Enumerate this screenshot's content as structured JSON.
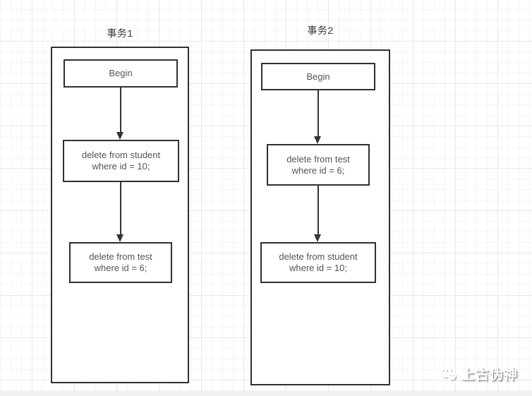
{
  "canvas": {
    "background_color": "#ffffff",
    "grid_minor_color": "#f4f4f4",
    "grid_major_color": "#e8e8e8",
    "bottom_strip_color": "#f1f1f1",
    "shape_border_color": "#303030",
    "arrow_color": "#333333",
    "node_text_color": "#545454",
    "title_text_color": "#3a3a3a"
  },
  "diagram": {
    "transactions": [
      {
        "title": "事务1",
        "nodes": [
          {
            "text": "Begin"
          },
          {
            "text": "delete from student\nwhere id = 10;"
          },
          {
            "text": "delete from test\nwhere id = 6;"
          }
        ]
      },
      {
        "title": "事务2",
        "nodes": [
          {
            "text": "Begin"
          },
          {
            "text": "delete from test\nwhere id = 6;"
          },
          {
            "text": "delete from student\nwhere id = 10;"
          }
        ]
      }
    ]
  },
  "watermark": {
    "text": "上古伪神",
    "icon": "wechat-chat-faces-icon"
  }
}
